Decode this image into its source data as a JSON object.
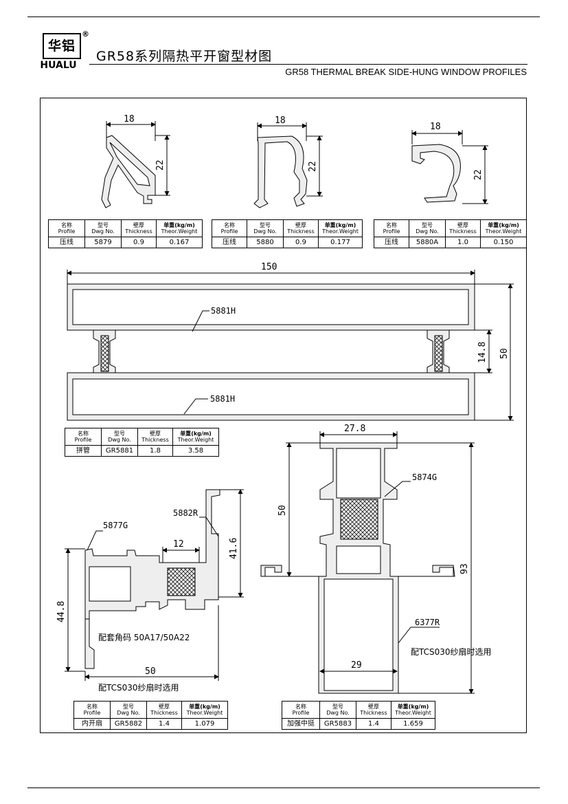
{
  "header": {
    "logo_cn": "华铝",
    "logo_reg": "®",
    "logo_en": "HUALU",
    "title_cn": "GR58系列隔热平开窗型材图",
    "title_en": "GR58 THERMAL BREAK SIDE-HUNG WINDOW PROFILES"
  },
  "table_headers": {
    "name_cn": "名称",
    "name_en": "Profile",
    "dwg_cn": "型号",
    "dwg_en": "Dwg No.",
    "thk_cn": "壁厚",
    "thk_en": "Thickness",
    "wt_cn": "单重",
    "wt_unit": "(kg/m)",
    "wt_en": "Theor.Weight"
  },
  "profiles": [
    {
      "name": "压线",
      "dwg": "5879",
      "thickness": "0.9",
      "weight": "0.167",
      "dims": [
        "18",
        "22"
      ]
    },
    {
      "name": "压线",
      "dwg": "5880",
      "thickness": "0.9",
      "weight": "0.177",
      "dims": [
        "18",
        "22"
      ]
    },
    {
      "name": "压线",
      "dwg": "5880A",
      "thickness": "1.0",
      "weight": "0.150",
      "dims": [
        "18",
        "22"
      ]
    },
    {
      "name": "拼管",
      "dwg": "GR5881",
      "thickness": "1.8",
      "weight": "3.58",
      "dims": [
        "150",
        "14.8",
        "50"
      ],
      "callouts": [
        "5881H",
        "5881H"
      ]
    },
    {
      "name": "内开扇",
      "dwg": "GR5882",
      "thickness": "1.4",
      "weight": "1.079",
      "dims": [
        "12",
        "41.6",
        "44.8",
        "50"
      ],
      "callouts": [
        "5877G",
        "5882R"
      ],
      "notes": [
        "配套角码 50A17/50A22",
        "配TCS030纱扇时选用"
      ]
    },
    {
      "name": "加强中挺",
      "dwg": "GR5883",
      "thickness": "1.4",
      "weight": "1.659",
      "dims": [
        "27.8",
        "50",
        "93",
        "29"
      ],
      "callouts": [
        "5874G",
        "6377R"
      ],
      "notes": [
        "配TCS030纱扇时选用"
      ]
    }
  ]
}
